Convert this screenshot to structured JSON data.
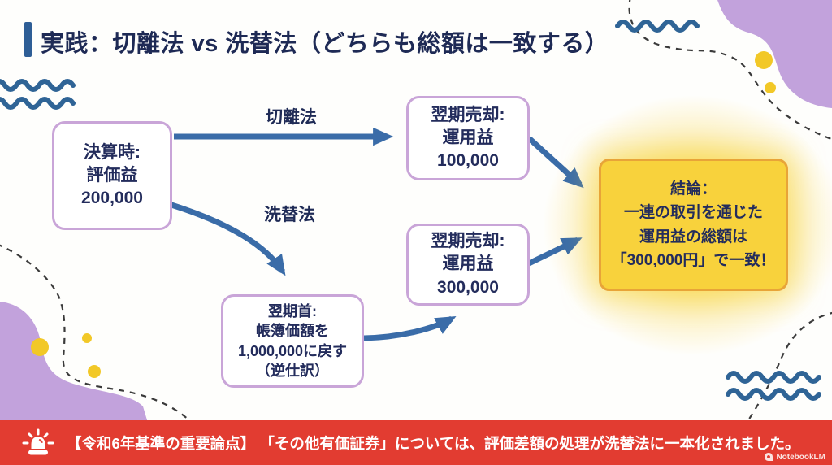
{
  "title": {
    "text": "実践：切離法 vs 洗替法（どちらも総額は一致する）"
  },
  "diagram": {
    "boxes": {
      "settlement": {
        "line1": "決算時:",
        "line2": "評価益",
        "line3": "200,000"
      },
      "separation_sale": {
        "line1": "翌期売却:",
        "line2": "運用益",
        "line3": "100,000"
      },
      "washback_sale": {
        "line1": "翌期売却:",
        "line2": "運用益",
        "line3": "300,000"
      },
      "next_period_start": {
        "line1": "翌期首:",
        "line2": "帳簿価額を",
        "line3": "1,000,000に戻す",
        "line4": "（逆仕訳）"
      },
      "conclusion": {
        "line1": "結論：",
        "line2": "一連の取引を通じた",
        "line3": "運用益の総額は",
        "line4": "「300,000円」で一致！"
      }
    },
    "arrow_labels": {
      "separation": "切離法",
      "washback": "洗替法"
    }
  },
  "banner": {
    "text": "【令和6年基準の重要論点】 「その他有価証券」については、評価差額の処理が洗替法に一本化されました。",
    "watermark": "NotebookLM"
  },
  "colors": {
    "navy_text": "#1f2b56",
    "arrow_blue": "#3a6ca8",
    "wave_blue": "#2f6496",
    "box_border_purple": "#c9a5d8",
    "blob_purple": "#c2a2dc",
    "conclusion_yellow": "#f8d23c",
    "conclusion_border": "#e8a438",
    "dot_yellow": "#f2c827",
    "banner_red": "#e23c31",
    "accent_bar_blue": "#2e5e96"
  }
}
